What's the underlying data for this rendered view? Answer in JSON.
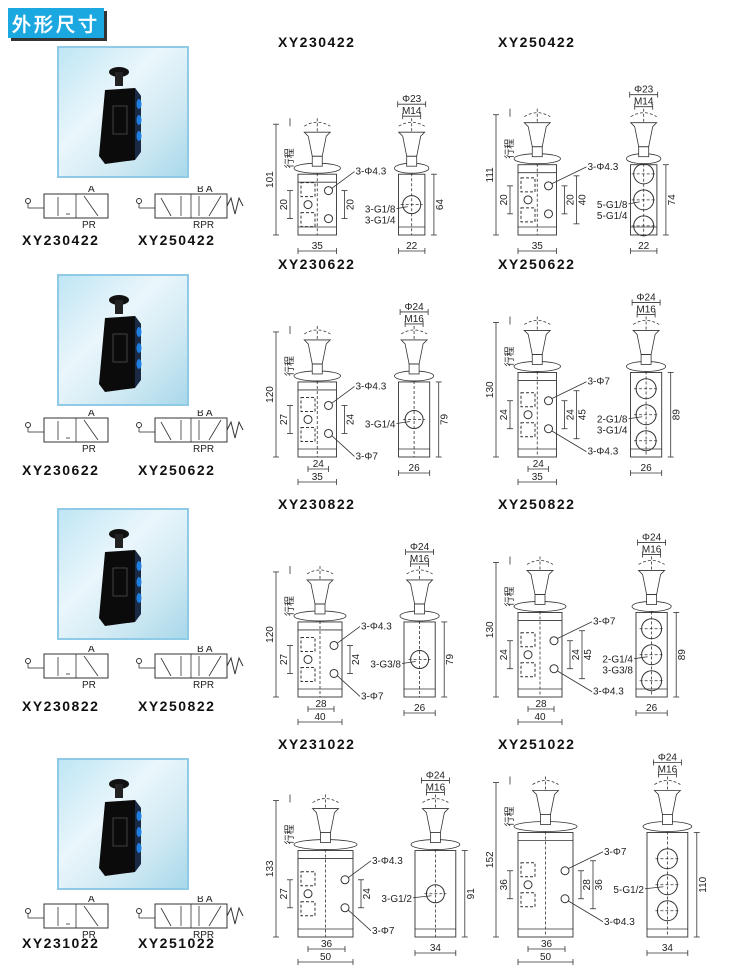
{
  "header": {
    "title": "外形尺寸",
    "accent_color": "#1ba8e0"
  },
  "stroke_label": "行程",
  "rows": [
    {
      "left_models": [
        "XY230422",
        "XY250422"
      ],
      "symbol_left": {
        "top": "A",
        "bottom": "PR"
      },
      "symbol_right": {
        "top": "B A",
        "bottom": "RPR"
      },
      "drawings": [
        {
          "model": "XY230422",
          "total": "101",
          "left_dims": [
            "20"
          ],
          "right_dims": [
            "20"
          ],
          "front_callouts": [
            "3-Φ4.3"
          ],
          "inner_width": null,
          "width": "35",
          "side": {
            "phi": "Φ23",
            "m": "M14",
            "height": "64",
            "width": "22",
            "callouts": [
              "3-G1/8",
              "3-G1/4"
            ],
            "ports": 1
          }
        },
        {
          "model": "XY250422",
          "total": "111",
          "left_dims": [
            "20"
          ],
          "right_dims": [
            "20",
            "40"
          ],
          "front_callouts": [
            "3-Φ4.3"
          ],
          "inner_width": null,
          "width": "35",
          "side": {
            "phi": "Φ23",
            "m": "M14",
            "height": "74",
            "width": "22",
            "callouts": [
              "5-G1/8",
              "5-G1/4"
            ],
            "ports": 3
          }
        }
      ]
    },
    {
      "left_models": [
        "XY230622",
        "XY250622"
      ],
      "symbol_left": {
        "top": "A",
        "bottom": "PR"
      },
      "symbol_right": {
        "top": "B A",
        "bottom": "RPR"
      },
      "drawings": [
        {
          "model": "XY230622",
          "total": "120",
          "left_dims": [
            "27"
          ],
          "right_dims": [
            "24"
          ],
          "front_callouts": [
            "3-Φ4.3",
            "3-Φ7"
          ],
          "inner_width": "24",
          "width": "35",
          "side": {
            "phi": "Φ24",
            "m": "M16",
            "height": "79",
            "width": "26",
            "callouts": [
              "3-G1/4"
            ],
            "ports": 1
          }
        },
        {
          "model": "XY250622",
          "total": "130",
          "left_dims": [
            "24"
          ],
          "right_dims": [
            "24",
            "45"
          ],
          "front_callouts": [
            "3-Φ7",
            "3-Φ4.3"
          ],
          "inner_width": "24",
          "width": "35",
          "side": {
            "phi": "Φ24",
            "m": "M16",
            "height": "89",
            "width": "26",
            "callouts": [
              "2-G1/8",
              "3-G1/4"
            ],
            "ports": 3
          }
        }
      ]
    },
    {
      "left_models": [
        "XY230822",
        "XY250822"
      ],
      "symbol_left": {
        "top": "A",
        "bottom": "PR"
      },
      "symbol_right": {
        "top": "B A",
        "bottom": "RPR"
      },
      "drawings": [
        {
          "model": "XY230822",
          "total": "120",
          "left_dims": [
            "27"
          ],
          "right_dims": [
            "24"
          ],
          "front_callouts": [
            "3-Φ4.3",
            "3-Φ7"
          ],
          "inner_width": "28",
          "width": "40",
          "side": {
            "phi": "Φ24",
            "m": "M16",
            "height": "79",
            "width": "26",
            "callouts": [
              "3-G3/8"
            ],
            "ports": 1
          }
        },
        {
          "model": "XY250822",
          "total": "130",
          "left_dims": [
            "24"
          ],
          "right_dims": [
            "24",
            "45"
          ],
          "front_callouts": [
            "3-Φ7",
            "3-Φ4.3"
          ],
          "inner_width": "28",
          "width": "40",
          "side": {
            "phi": "Φ24",
            "m": "M16",
            "height": "89",
            "width": "26",
            "callouts": [
              "2-G1/4",
              "3-G3/8"
            ],
            "ports": 3
          }
        }
      ]
    },
    {
      "left_models": [
        "XY231022",
        "XY251022"
      ],
      "symbol_left": {
        "top": "A",
        "bottom": "PR"
      },
      "symbol_right": {
        "top": "B A",
        "bottom": "RPR"
      },
      "drawings": [
        {
          "model": "XY231022",
          "total": "133",
          "left_dims": [
            "27"
          ],
          "right_dims": [
            "24"
          ],
          "front_callouts": [
            "3-Φ4.3",
            "3-Φ7"
          ],
          "inner_width": "36",
          "width": "50",
          "side": {
            "phi": "Φ24",
            "m": "M16",
            "height": "91",
            "width": "34",
            "callouts": [
              "3-G1/2"
            ],
            "ports": 1
          }
        },
        {
          "model": "XY251022",
          "total": "152",
          "left_dims": [
            "36"
          ],
          "right_dims": [
            "28",
            "36"
          ],
          "front_callouts": [
            "3-Φ7",
            "3-Φ4.3"
          ],
          "inner_width": "36",
          "width": "50",
          "side": {
            "phi": "Φ24",
            "m": "M16",
            "height": "110",
            "width": "34",
            "callouts": [
              "5-G1/2"
            ],
            "ports": 3
          }
        }
      ]
    }
  ]
}
